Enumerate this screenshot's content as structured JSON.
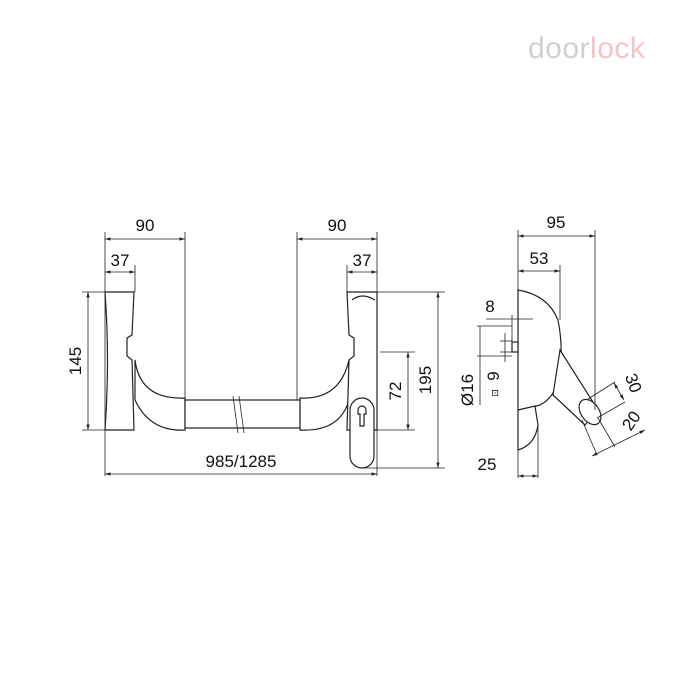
{
  "logo": {
    "part1": "door",
    "part2": "lock"
  },
  "front_view": {
    "left_offset": "90",
    "left_plate_width": "37",
    "right_offset": "90",
    "right_plate_width": "37",
    "plate_height": "145",
    "cylinder_distance": "72",
    "total_height": "195",
    "bar_length": "985/1285"
  },
  "side_view": {
    "depth": "95",
    "plate_depth": "53",
    "spindle": "8",
    "diameter": "Ø16",
    "square": "9",
    "square_symbol": "⊡",
    "base_thickness": "25",
    "bar_diameter": "30",
    "bar_width": "20"
  }
}
